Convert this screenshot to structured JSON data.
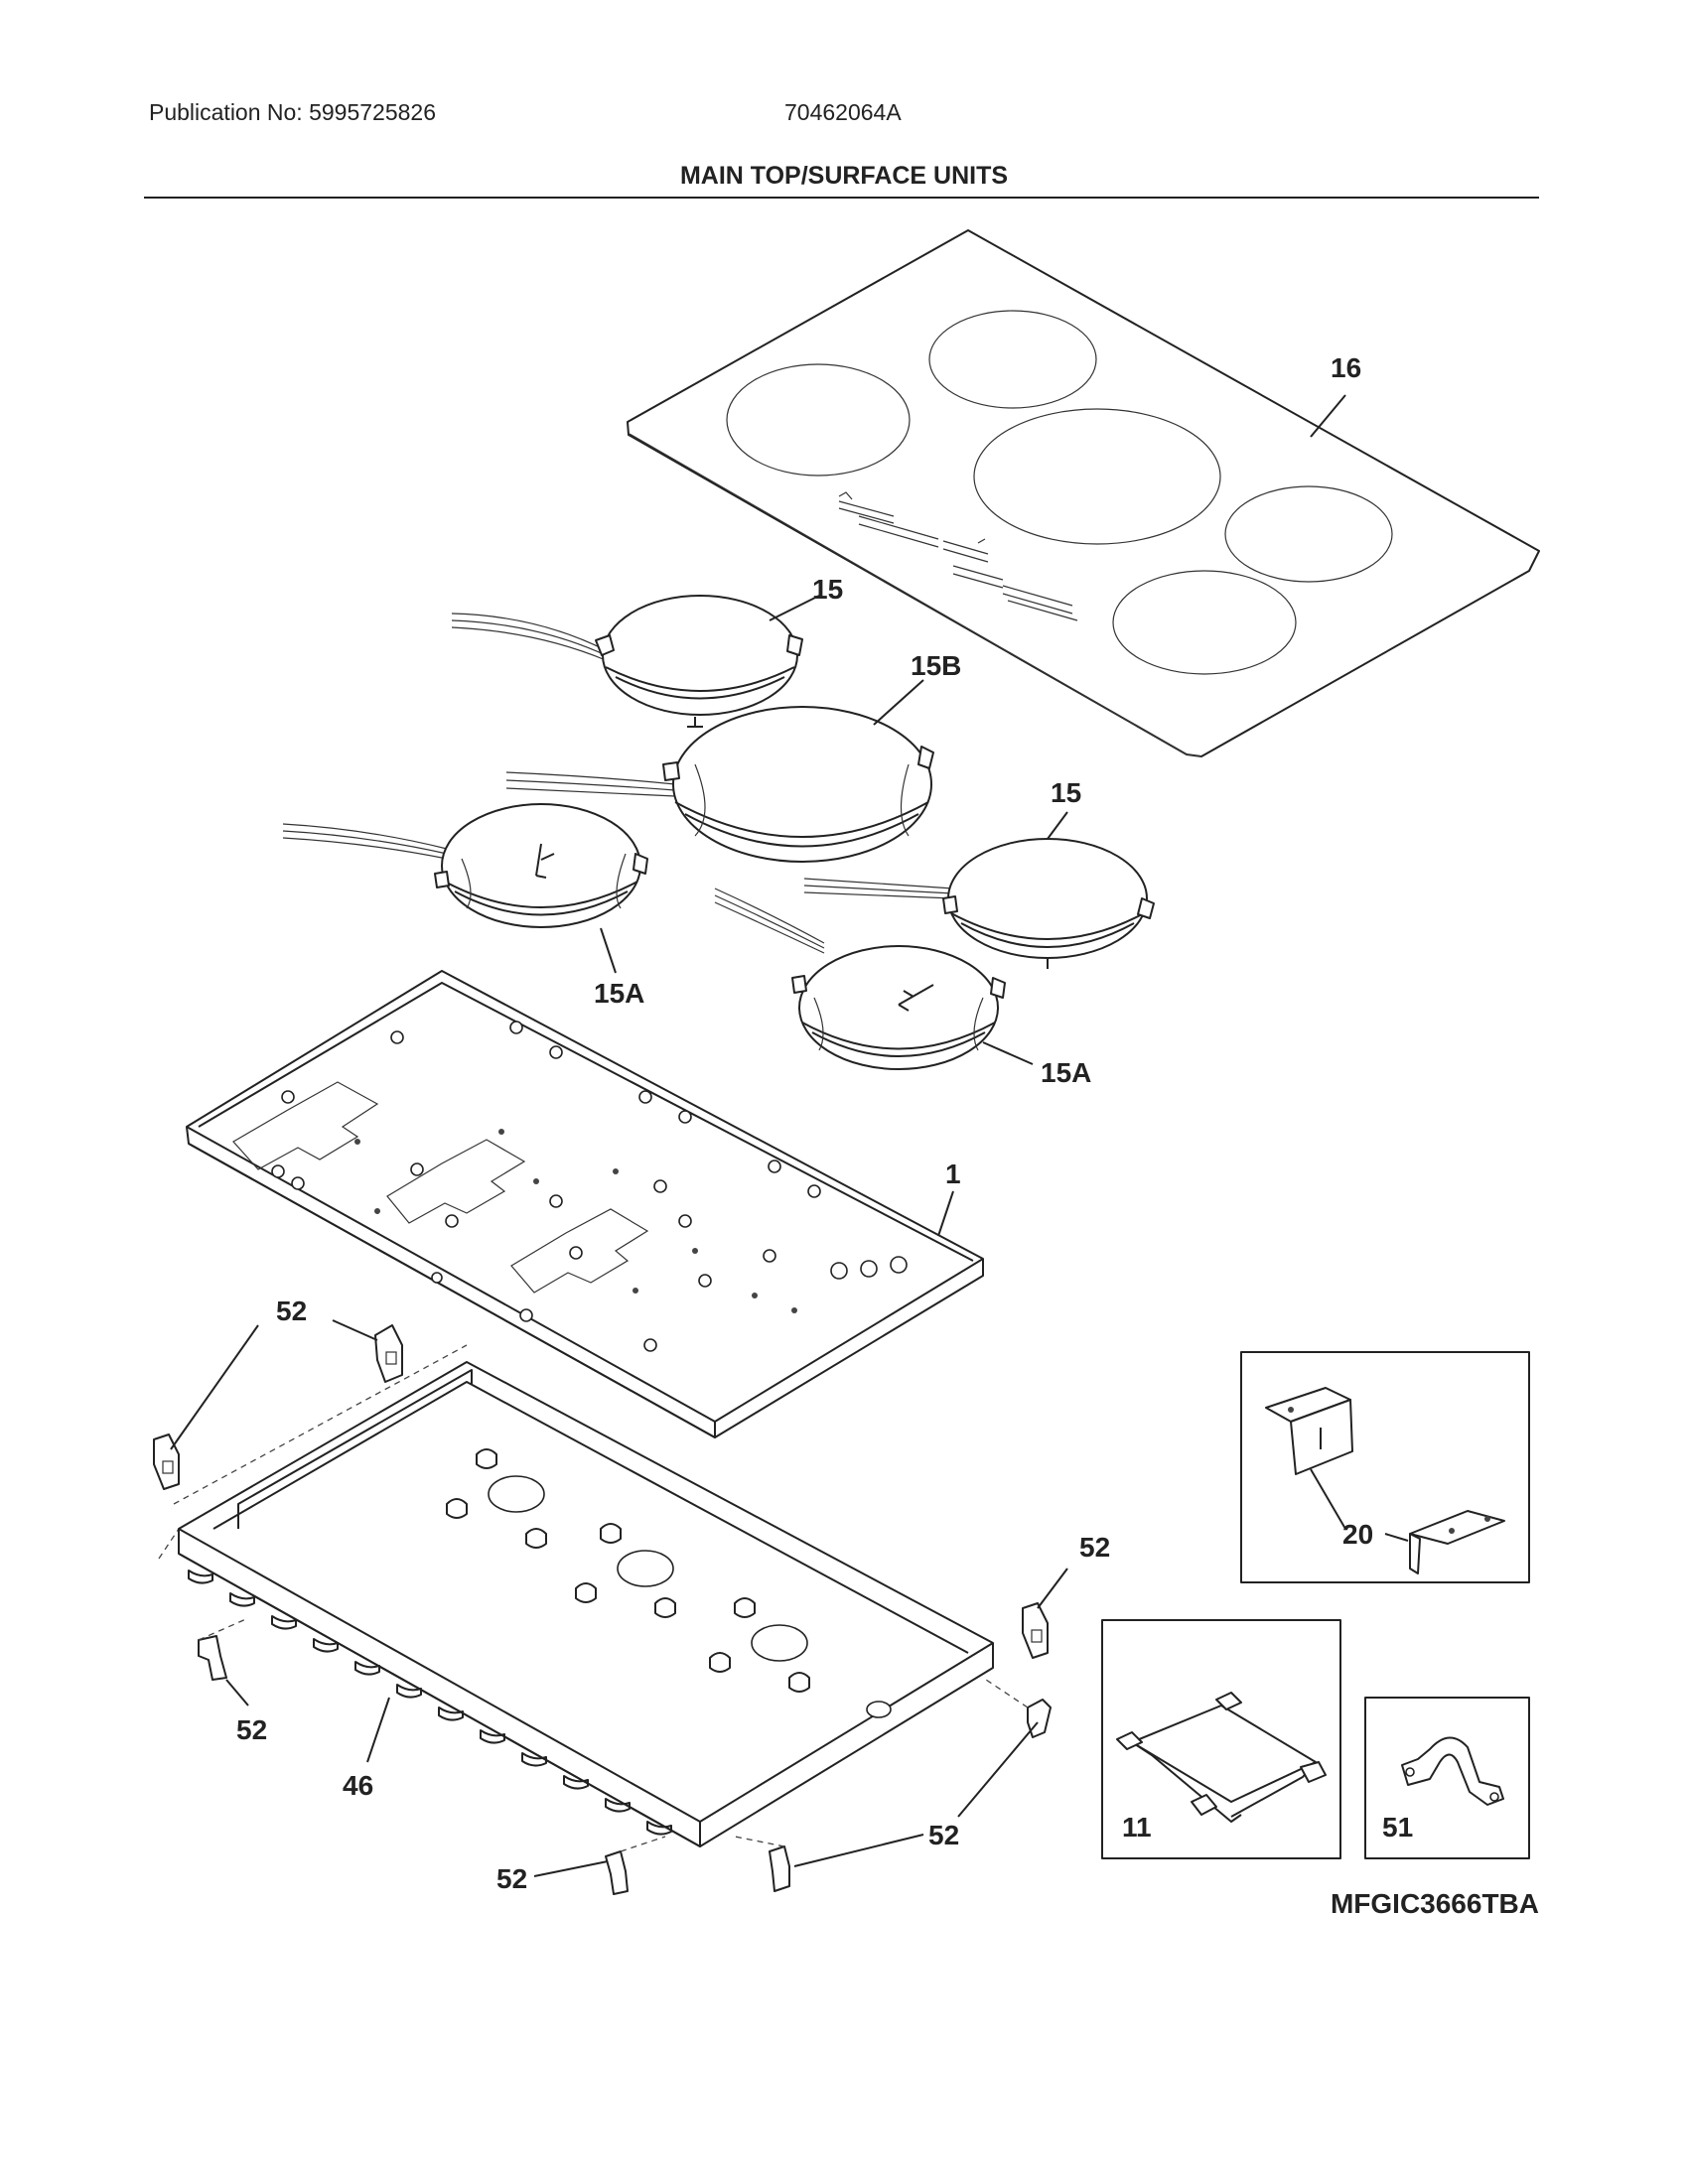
{
  "header": {
    "publication": "Publication No: 5995725826",
    "doc_number": "70462064A",
    "title": "MAIN TOP/SURFACE UNITS"
  },
  "model": "MFGIC3666TBA",
  "callouts": {
    "glass_top": "16",
    "element_rear_left": "15",
    "element_center": "15B",
    "element_front_left": "15A",
    "element_right": "15",
    "element_front_center": "15A",
    "main_top_frame": "1",
    "bracket_box_label": "20",
    "burner_box": "46",
    "bracket_11": "11",
    "clamp_51": "51",
    "clip_1": "52",
    "clip_2": "52",
    "clip_3": "52",
    "clip_4": "52",
    "clip_5": "52"
  }
}
